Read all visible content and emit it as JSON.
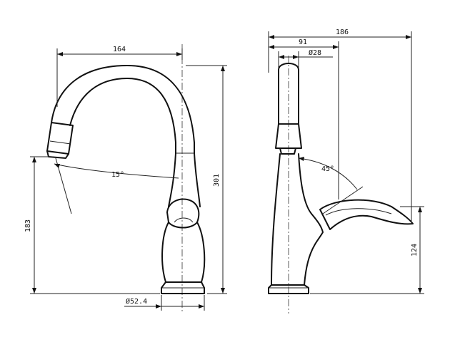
{
  "front_view": {
    "dim_top_width": "164",
    "dim_height": "301",
    "dim_outlet_height": "183",
    "dim_angle": "15°",
    "dim_base_diameter": "Ø52.4"
  },
  "side_view": {
    "dim_total_depth": "186",
    "dim_spout_reach": "91",
    "dim_spout_diameter": "Ø28",
    "dim_handle_angle": "45°",
    "dim_handle_height": "124"
  }
}
